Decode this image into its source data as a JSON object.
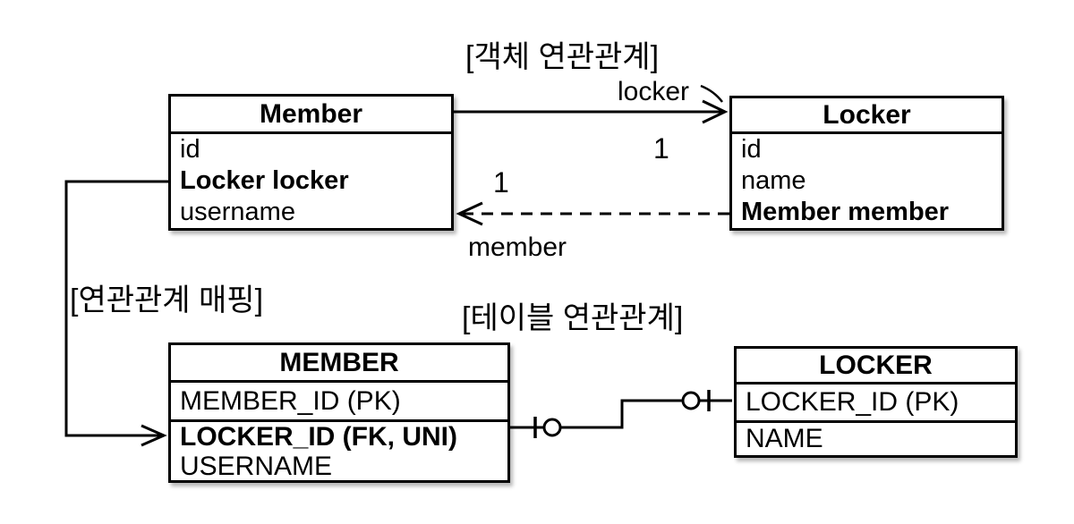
{
  "page": {
    "background": "#ffffff",
    "line_color": "#000000"
  },
  "section_labels": {
    "object_association": "[객체 연관관계]",
    "association_mapping": "[연관관계 매핑]",
    "table_association": "[테이블 연관관계]"
  },
  "object_diagram": {
    "member_class": {
      "title": "Member",
      "fields": [
        "id",
        "Locker locker",
        "username"
      ]
    },
    "locker_class": {
      "title": "Locker",
      "fields": [
        "id",
        "name",
        "Member member"
      ]
    },
    "locker_edge": {
      "label": "locker",
      "multiplicity": "1"
    },
    "member_edge": {
      "label": "member",
      "multiplicity": "1"
    }
  },
  "table_diagram": {
    "member_table": {
      "title": "MEMBER",
      "pk_field": "MEMBER_ID (PK)",
      "fields": [
        "LOCKER_ID (FK, UNI)",
        "USERNAME"
      ]
    },
    "locker_table": {
      "title": "LOCKER",
      "pk_field": "LOCKER_ID (PK)",
      "fields": [
        "NAME"
      ]
    }
  }
}
